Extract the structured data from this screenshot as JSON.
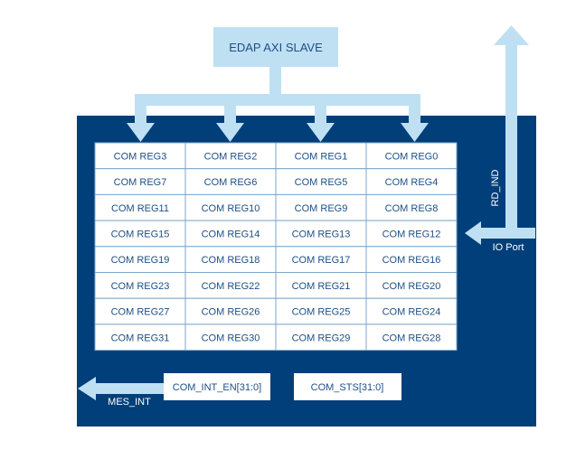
{
  "title_block": {
    "label": "EDAP AXI SLAVE"
  },
  "registers": [
    [
      "COM REG3",
      "COM REG2",
      "COM REG1",
      "COM REG0"
    ],
    [
      "COM REG7",
      "COM REG6",
      "COM REG5",
      "COM REG4"
    ],
    [
      "COM REG11",
      "COM REG10",
      "COM REG9",
      "COM REG8"
    ],
    [
      "COM REG15",
      "COM REG14",
      "COM REG13",
      "COM REG12"
    ],
    [
      "COM REG19",
      "COM REG18",
      "COM REG17",
      "COM REG16"
    ],
    [
      "COM REG23",
      "COM REG22",
      "COM REG21",
      "COM REG20"
    ],
    [
      "COM REG27",
      "COM REG26",
      "COM REG25",
      "COM REG24"
    ],
    [
      "COM REG31",
      "COM REG30",
      "COM REG29",
      "COM REG28"
    ]
  ],
  "signals": {
    "rd_ind": "RD_IND",
    "io_port": "IO Port",
    "mes_int": "MES_INT"
  },
  "bottom_boxes": {
    "int_en": "COM_INT_EN[31:0]",
    "sts": "COM_STS[31:0]"
  },
  "colors": {
    "panel": "#003f7a",
    "light_blue": "#bfe0f2",
    "text": "#1d4f86",
    "cell_border": "#7fa6c8"
  }
}
